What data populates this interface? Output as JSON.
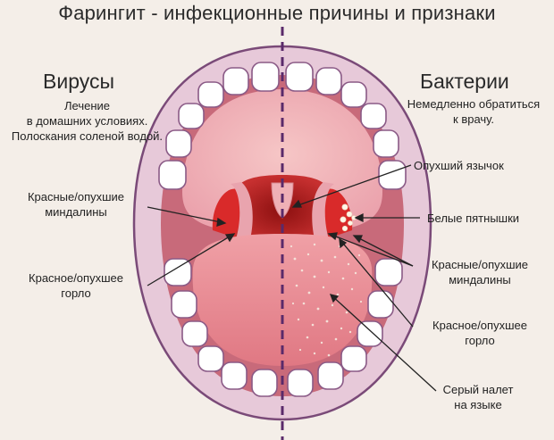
{
  "title": "Фарингит - инфекционные причины и признаки",
  "left": {
    "heading": "Вирусы",
    "note_line1": "Лечение",
    "note_line2": "в домашних условиях.",
    "note_line3": "Полоскания соленой водой.",
    "tonsils_line1": "Красные/опухшие",
    "tonsils_line2": "миндалины",
    "throat_line1": "Красное/опухшее",
    "throat_line2": "горло"
  },
  "right": {
    "heading": "Бактерии",
    "note_line1": "Немедленно обратиться",
    "note_line2": "к врачу.",
    "uvula": "Опухший язычок",
    "spots": "Белые пятнышки",
    "tonsils_line1": "Красные/опухшие",
    "tonsils_line2": "миндалины",
    "throat_line1": "Красное/опухшее",
    "throat_line2": "горло",
    "tongue_line1": "Серый налет",
    "tongue_line2": "на языке"
  },
  "colors": {
    "background": "#f4eee8",
    "lip_outline": "#7a4a78",
    "lip_fill": "#e7c9d9",
    "palate": "#f2b4b8",
    "tongue": "#e8858d",
    "tonsil_red": "#d92a2a",
    "divider": "#5a2a6a"
  }
}
